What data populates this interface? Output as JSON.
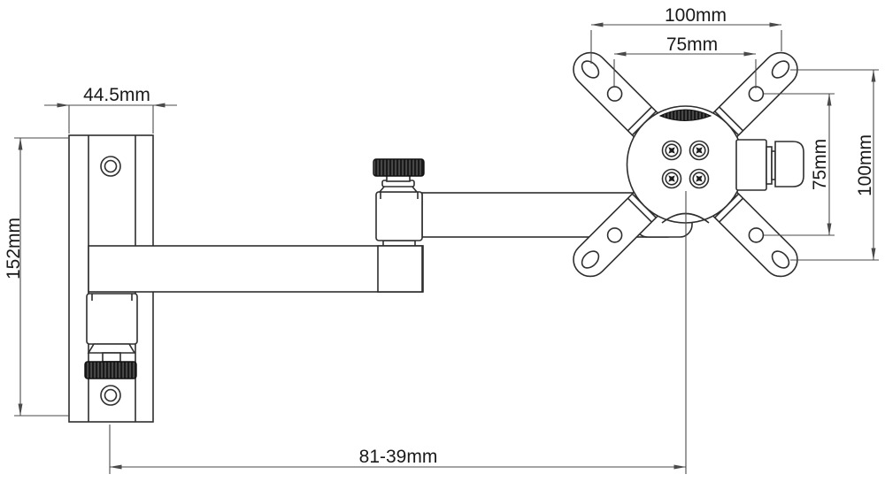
{
  "diagram": {
    "kind": "technical-drawing",
    "subject": "articulating monitor wall mount"
  },
  "dimensions": {
    "wall_plate_width": "44.5mm",
    "wall_plate_height": "152mm",
    "vesa_outer_width": "100mm",
    "vesa_inner_width": "75mm",
    "vesa_inner_height": "75mm",
    "vesa_outer_height": "100mm",
    "arm_extension": "81-39mm"
  },
  "colors": {
    "background": "#ffffff",
    "outline": "#2e2e2e",
    "dimension_lines": "#4a4a4a",
    "knurled_knob": "#1b1b1b"
  }
}
